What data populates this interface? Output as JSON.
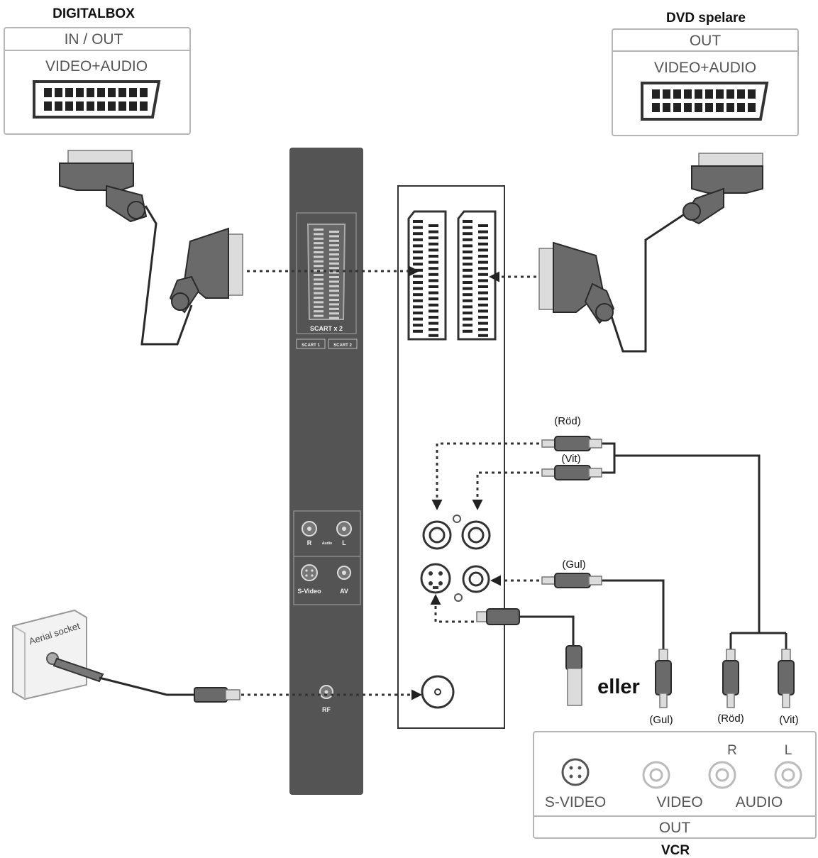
{
  "digitalbox": {
    "title": "DIGITALBOX",
    "mode": "IN / OUT",
    "signal": "VIDEO+AUDIO"
  },
  "dvd": {
    "title": "DVD spelare",
    "mode": "OUT",
    "signal": "VIDEO+AUDIO"
  },
  "tv_panel": {
    "scart_label": "SCART x 2",
    "scart1_label": "SCART 1",
    "scart2_label": "SCART 2",
    "audio_r": "R",
    "audio_label": "Audio",
    "audio_l": "L",
    "svideo_label": "S-Video",
    "av_label": "AV",
    "rf_label": "RF"
  },
  "aerial": {
    "label": "Aerial socket"
  },
  "cable_labels": {
    "rod_top": "(Röd)",
    "vit_top": "(Vit)",
    "gul_mid": "(Gul)",
    "eller": "eller",
    "gul_bottom": "(Gul)",
    "rod_bottom": "(Röd)",
    "vit_bottom": "(Vit)"
  },
  "vcr": {
    "title": "VCR",
    "r": "R",
    "l": "L",
    "svideo": "S-VIDEO",
    "video": "VIDEO",
    "audio": "AUDIO",
    "out": "OUT"
  }
}
